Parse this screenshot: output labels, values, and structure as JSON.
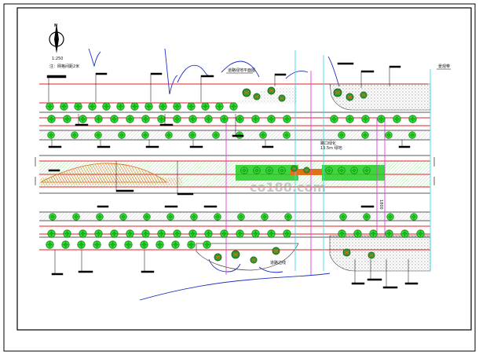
{
  "drawing": {
    "north_scale": "1:250",
    "north_note": "注：网格间距2米",
    "title_label": "道路绿地平面图",
    "right_label": "景观带",
    "mid_label": "13.5m 绿地",
    "mid_label2": "路口绿化",
    "bottom_label": "道路边线",
    "watermark": "co188.com",
    "side_marker": "1800",
    "colors": {
      "frame": "#000000",
      "tree_green": "#22cc22",
      "tree_dark": "#0a7a0a",
      "red_line": "#e02020",
      "orange_fill": "#e0701a",
      "magenta": "#e040e0",
      "cyan": "#40d8e8",
      "blue_sketch": "#2030c0",
      "hatch_grey": "#8a8a8a"
    }
  }
}
